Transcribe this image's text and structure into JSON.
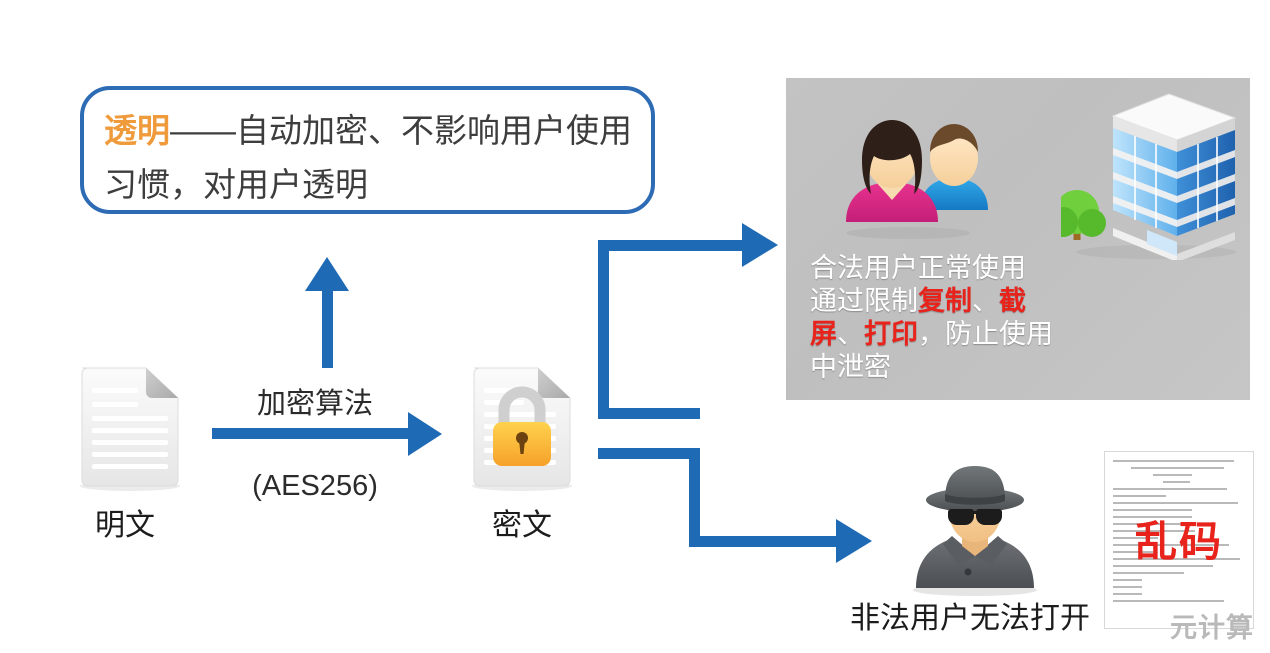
{
  "callout": {
    "highlight": "透明",
    "dash": "——",
    "body": "自动加密、不影响用户使用习惯，对用户透明",
    "border_color": "#2d6cb5",
    "highlight_color": "#ef9b3c"
  },
  "flow": {
    "plaintext_label": "明文",
    "ciphertext_label": "密文",
    "algorithm_label": "加密算法",
    "algorithm_param": "(AES256)",
    "arrow_color": "#1f6ab5"
  },
  "legal_panel": {
    "line1": "合法用户正常使用",
    "line2_pre": "通过限制",
    "line2_hl1": "复制",
    "line2_sep1": "、",
    "line2_hl2": "截屏",
    "line2_sep2": "、",
    "line2_hl3": "打印",
    "line2_post": "，防止使用中泄密",
    "highlight_color": "#e8231c",
    "text_color": "#ffffff",
    "background_color": "#c2c2c2",
    "people_icon": "two-users-icon",
    "building_icon": "office-building-icon",
    "tree_icon": "tree-icon"
  },
  "illegal": {
    "label": "非法用户无法打开",
    "spy_icon": "spy-icon",
    "garbled_text": "乱码",
    "garbled_color": "#e8231c"
  },
  "watermark": {
    "text": "元计算",
    "color": "#b9b9b9"
  }
}
